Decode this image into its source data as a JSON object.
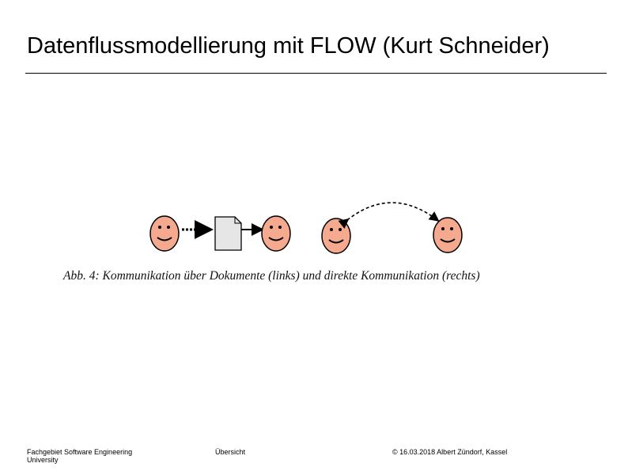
{
  "slide": {
    "title": "Datenflussmodellierung mit FLOW (Kurt Schneider)"
  },
  "figure": {
    "caption": "Abb. 4: Kommunikation über Dokumente (links) und direkte Kommunikation (rechts)",
    "face_color": "#f5a98e",
    "document_color": "#e6e6e6"
  },
  "footer": {
    "left": "Fachgebiet Software Engineering University",
    "middle": "Übersicht",
    "right": "© 16.03.2018 Albert Zündorf, Kassel"
  }
}
